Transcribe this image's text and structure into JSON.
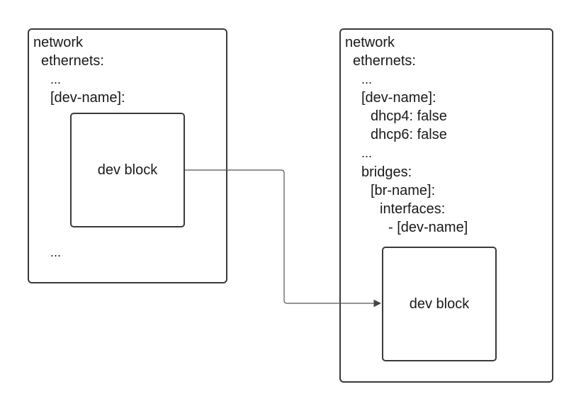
{
  "left_panel": {
    "lines": [
      "network",
      "ethernets:",
      "...",
      "[dev-name]:"
    ],
    "dev_block": "dev block",
    "trailing": "..."
  },
  "right_panel": {
    "lines": [
      "network",
      "ethernets:",
      "...",
      "[dev-name]:",
      "dhcp4: false",
      "dhcp6: false",
      "...",
      "bridges:",
      "[br-name]:",
      "interfaces:",
      "- [dev-name]"
    ],
    "dev_block": "dev block"
  },
  "colors": {
    "border": "#3a3a3a",
    "connector": "#555555",
    "text": "#1a1a1a"
  }
}
